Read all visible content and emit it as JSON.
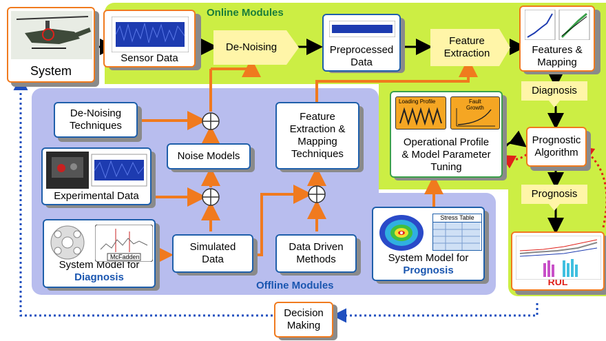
{
  "regions": {
    "online_title": "Online Modules",
    "offline_title": "Offline Modules"
  },
  "nodes": {
    "system": "System",
    "sensor_data": "Sensor Data",
    "denoising": "De-Noising",
    "preprocessed": [
      "Preprocessed",
      "Data"
    ],
    "feature_extraction": [
      "Feature",
      "Extraction"
    ],
    "features_mapping": [
      "Features &",
      "Mapping"
    ],
    "diagnosis": "Diagnosis",
    "prognostic_algorithm": [
      "Prognostic",
      "Algorithm"
    ],
    "prognosis": "Prognosis",
    "rul": "RUL",
    "denoising_techniques": [
      "De-Noising",
      "Techniques"
    ],
    "noise_models": "Noise Models",
    "fe_mapping_techniques": [
      "Feature",
      "Extraction &",
      "Mapping",
      "Techniques"
    ],
    "experimental_data": "Experimental Data",
    "simulated_data": [
      "Simulated",
      "Data"
    ],
    "data_driven_methods": [
      "Data Driven",
      "Methods"
    ],
    "system_model_diagnosis": [
      "System Model for",
      "Diagnosis"
    ],
    "mcfadden": "McFadden",
    "operational_profile": [
      "Operational Profile",
      "& Model Parameter",
      "Tuning"
    ],
    "loading_profile": "Loading Profile",
    "fault_growth": [
      "Fault",
      "Growth"
    ],
    "system_model_prognosis": [
      "System Model for",
      "Prognosis"
    ],
    "stress_table": "Stress Table",
    "decision_making": [
      "Decision",
      "Making"
    ]
  },
  "colors": {
    "online_bg": "#ccee44",
    "offline_bg": "#b8bdee",
    "blue_border": "#1f5faa",
    "orange_border": "#f07a1e",
    "green_border": "#3aa04a",
    "orange_arrow": "#f07a1e",
    "red_dotted": "#e0201a",
    "blue_dotted": "#1f4fbf",
    "callout_yellow": "#fff5a8"
  }
}
